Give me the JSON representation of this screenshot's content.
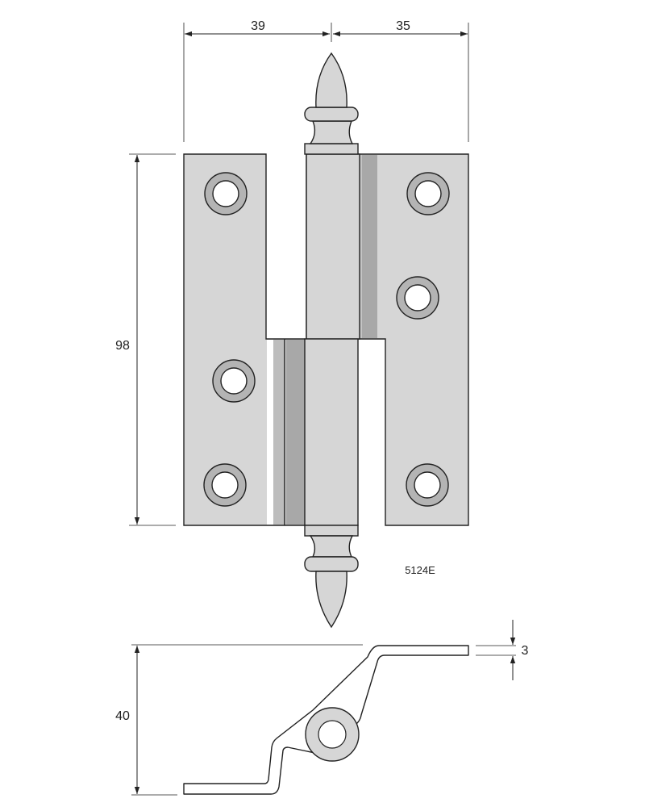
{
  "drawing": {
    "product_code": "5124E",
    "dimensions": {
      "leaf_left_width": "39",
      "leaf_right_width": "35",
      "height": "98",
      "open_depth": "40",
      "plate_thickness": "3"
    },
    "colors": {
      "line": "#222222",
      "metal": "#d6d6d6",
      "knuckle_shade": "#a8a8a8",
      "hole_ring": "#b4b4b4",
      "background": "#ffffff"
    }
  }
}
